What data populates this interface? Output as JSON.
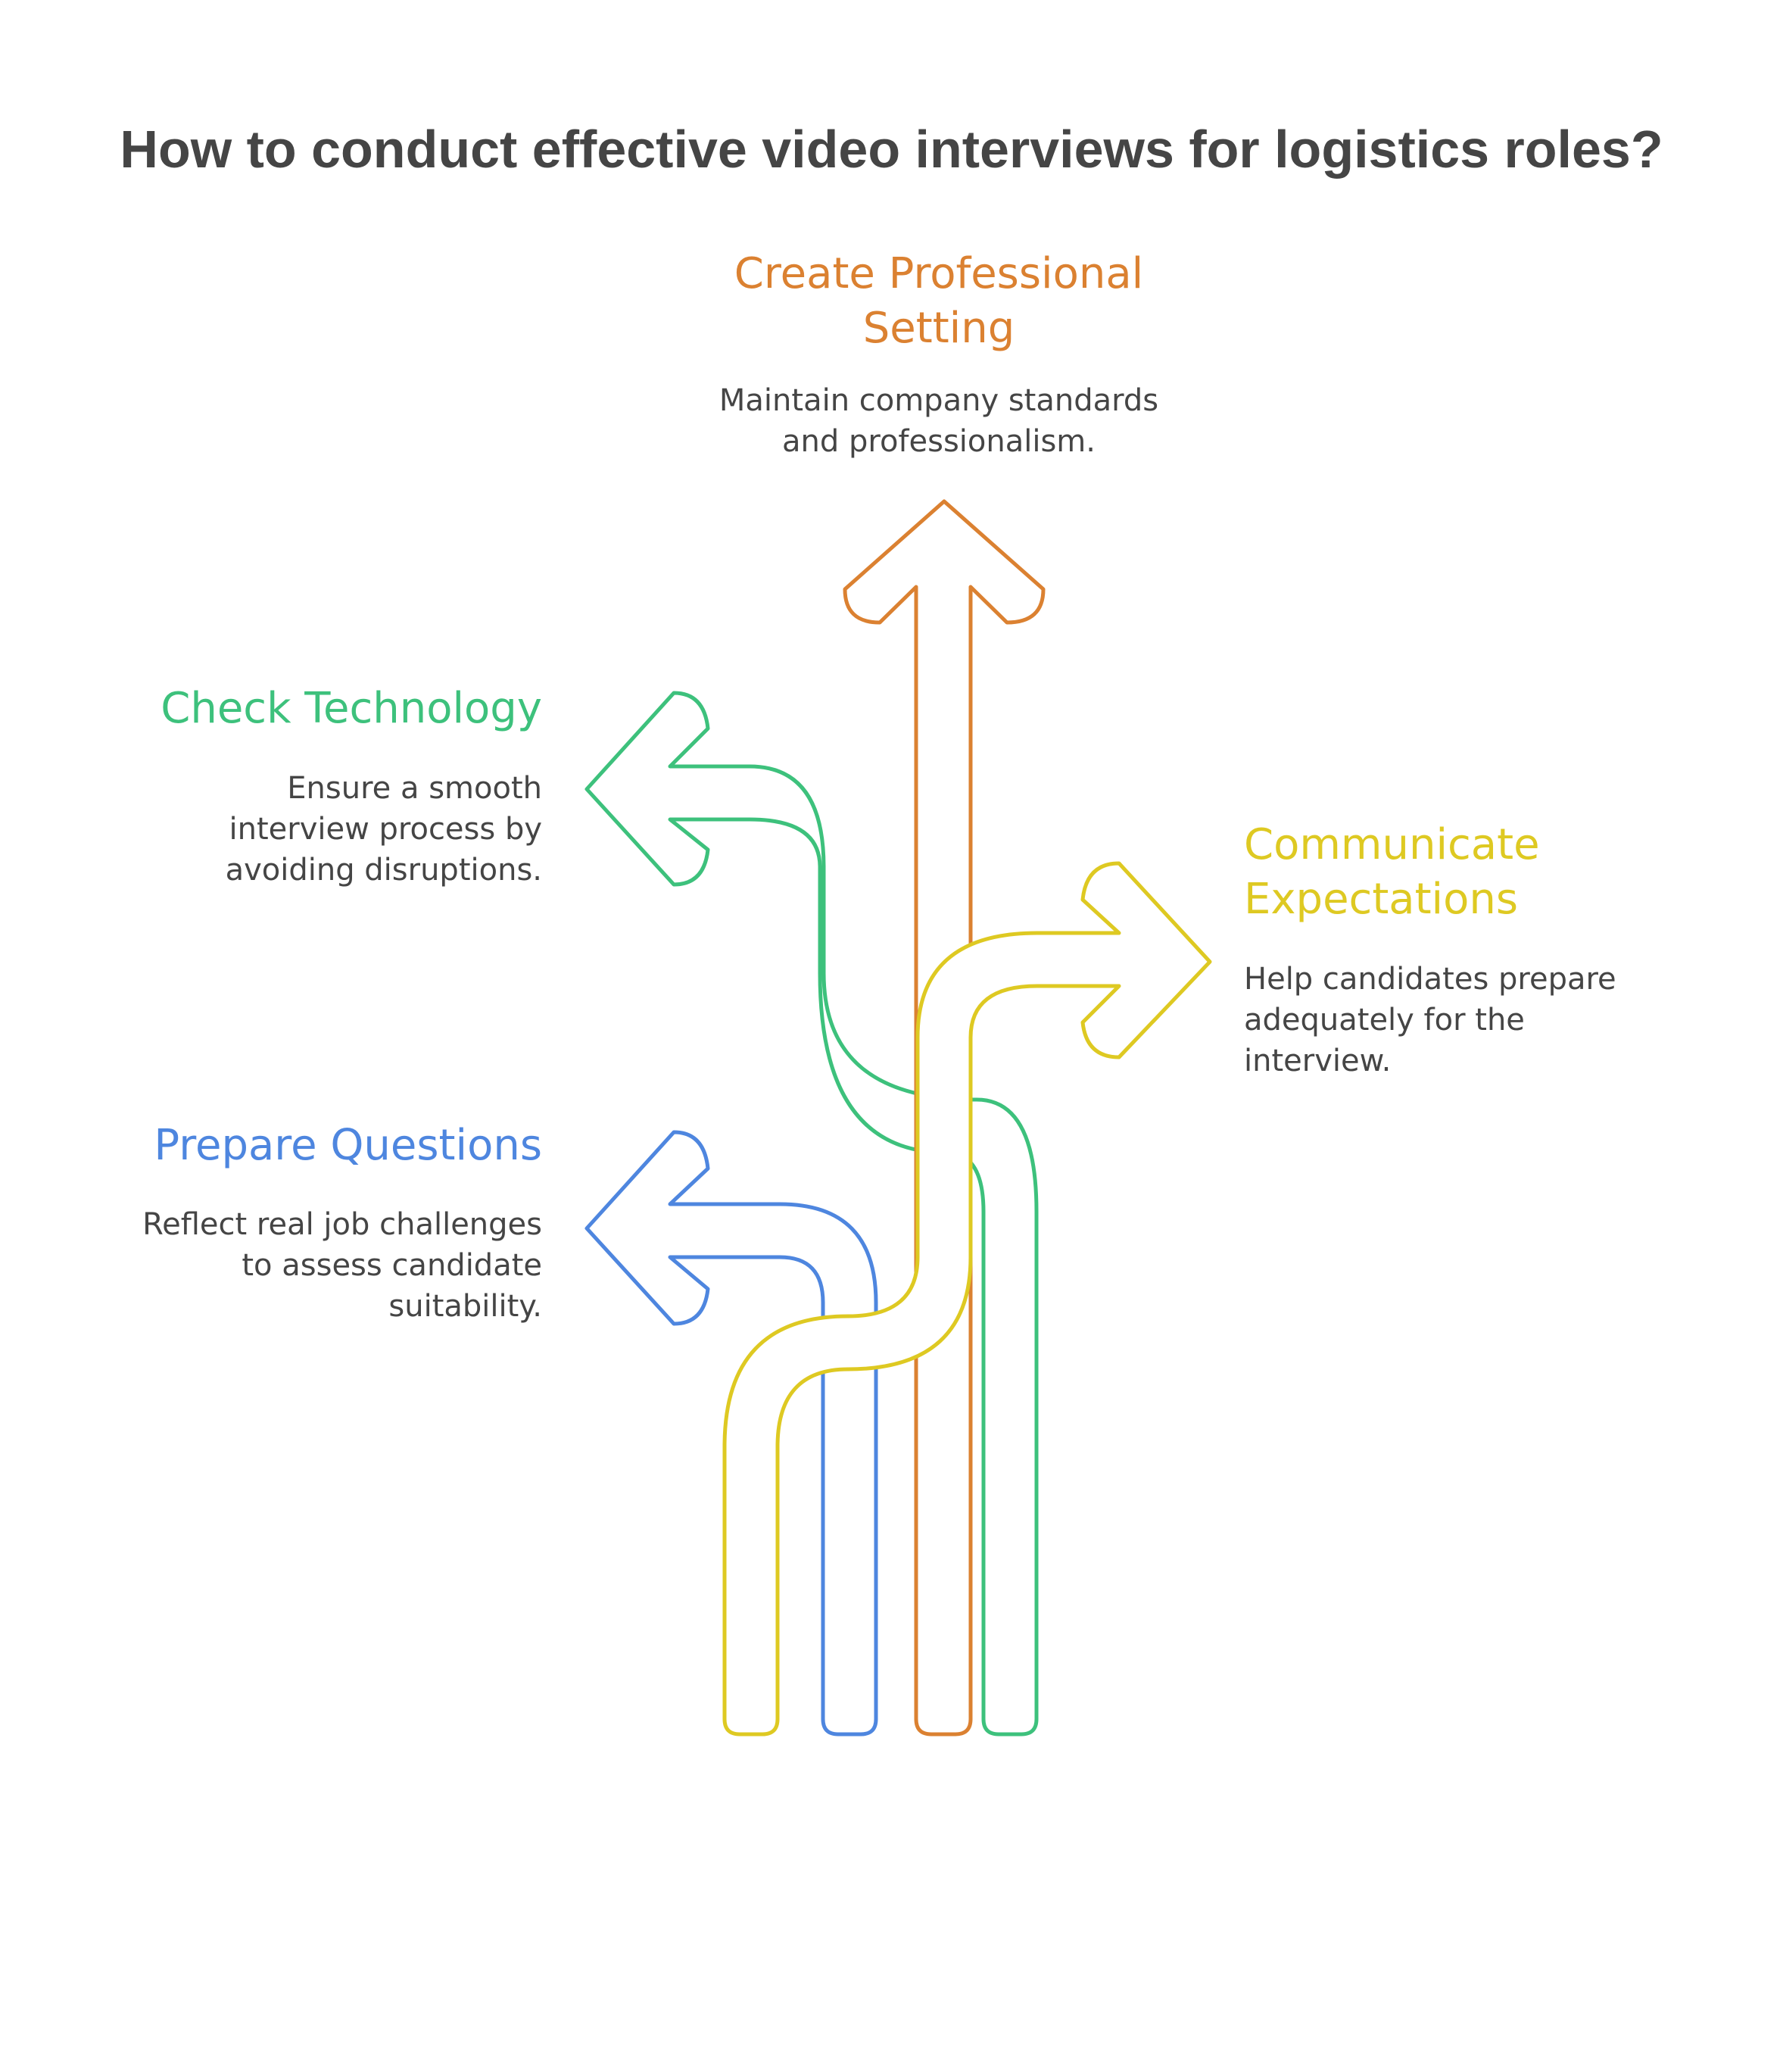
{
  "title": "How to conduct effective video interviews for logistics roles?",
  "colors": {
    "orange": "#DB8131",
    "green": "#3DC17C",
    "yellow": "#DEC922",
    "blue": "#4E86DF",
    "text": "#454545"
  },
  "steps": {
    "create_setting": {
      "title_lines": [
        "Create Professional",
        "Setting"
      ],
      "desc_lines": [
        "Maintain company standards",
        "and professionalism."
      ]
    },
    "check_technology": {
      "title": "Check Technology",
      "desc_lines": [
        "Ensure a smooth",
        "interview process by",
        "avoiding disruptions."
      ]
    },
    "communicate_expectations": {
      "title_lines": [
        "Communicate",
        "Expectations"
      ],
      "desc_lines": [
        "Help candidates prepare",
        "adequately for the",
        "interview."
      ]
    },
    "prepare_questions": {
      "title": "Prepare Questions",
      "desc_lines": [
        "Reflect real job challenges",
        "to assess candidate",
        "suitability."
      ]
    }
  }
}
